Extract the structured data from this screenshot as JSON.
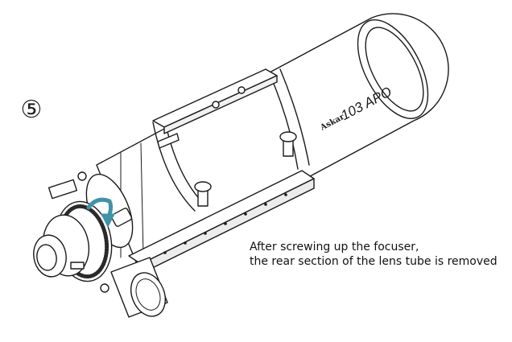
{
  "step": {
    "number": "⑤"
  },
  "telescope": {
    "brand": "Askar",
    "model": "103 APO"
  },
  "caption": {
    "line1": "After screwing up the focuser,",
    "line2": "the rear section of the lens tube is removed"
  },
  "colors": {
    "line": "#1a1a1a",
    "fill": "#ffffff",
    "arrow": "#3f93a8",
    "knurl": "#2a2a2a"
  }
}
